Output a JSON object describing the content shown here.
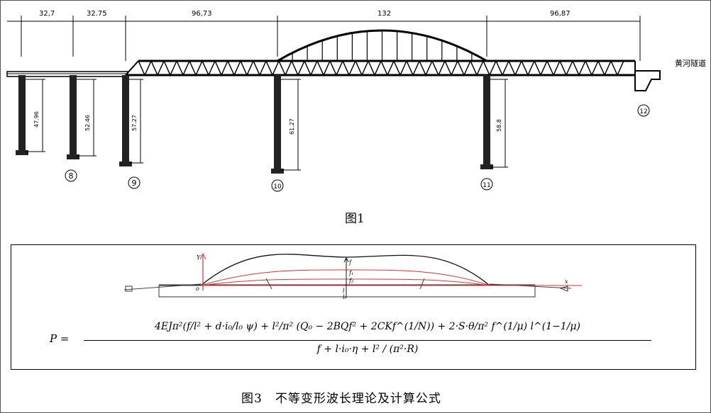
{
  "figure1": {
    "caption": "图1",
    "span_dimensions": [
      "32,7",
      "32.75",
      "96,73",
      "132",
      "96,87"
    ],
    "pier_heights": [
      "47.96",
      "52.46",
      "57.27",
      "61.27",
      "58.8"
    ],
    "pier_labels": [
      "8",
      "9",
      "10",
      "11",
      "12"
    ],
    "tunnel_label": "黄河隧道"
  },
  "figure3": {
    "caption": "图3　不等变形波长理论及计算公式",
    "diagram_labels": {
      "y_axis": "Y",
      "x_axis": "x",
      "origin": "o",
      "f": "f",
      "f1": "f₁",
      "f2": "f₂",
      "l": "l",
      "lo": "l₀"
    },
    "formula": {
      "lhs": "P =",
      "numerator": "4EJπ²(f/l² + d·i₀/l₀ ψ) + l²/π² (Q₀ − 2BQf² + 2CKf^(1/N)) + 2·S·θ/π² f^(1/μ) l^(1−1/μ)",
      "denominator": "f + l·i₀·η + l² / (π²·R)"
    }
  }
}
